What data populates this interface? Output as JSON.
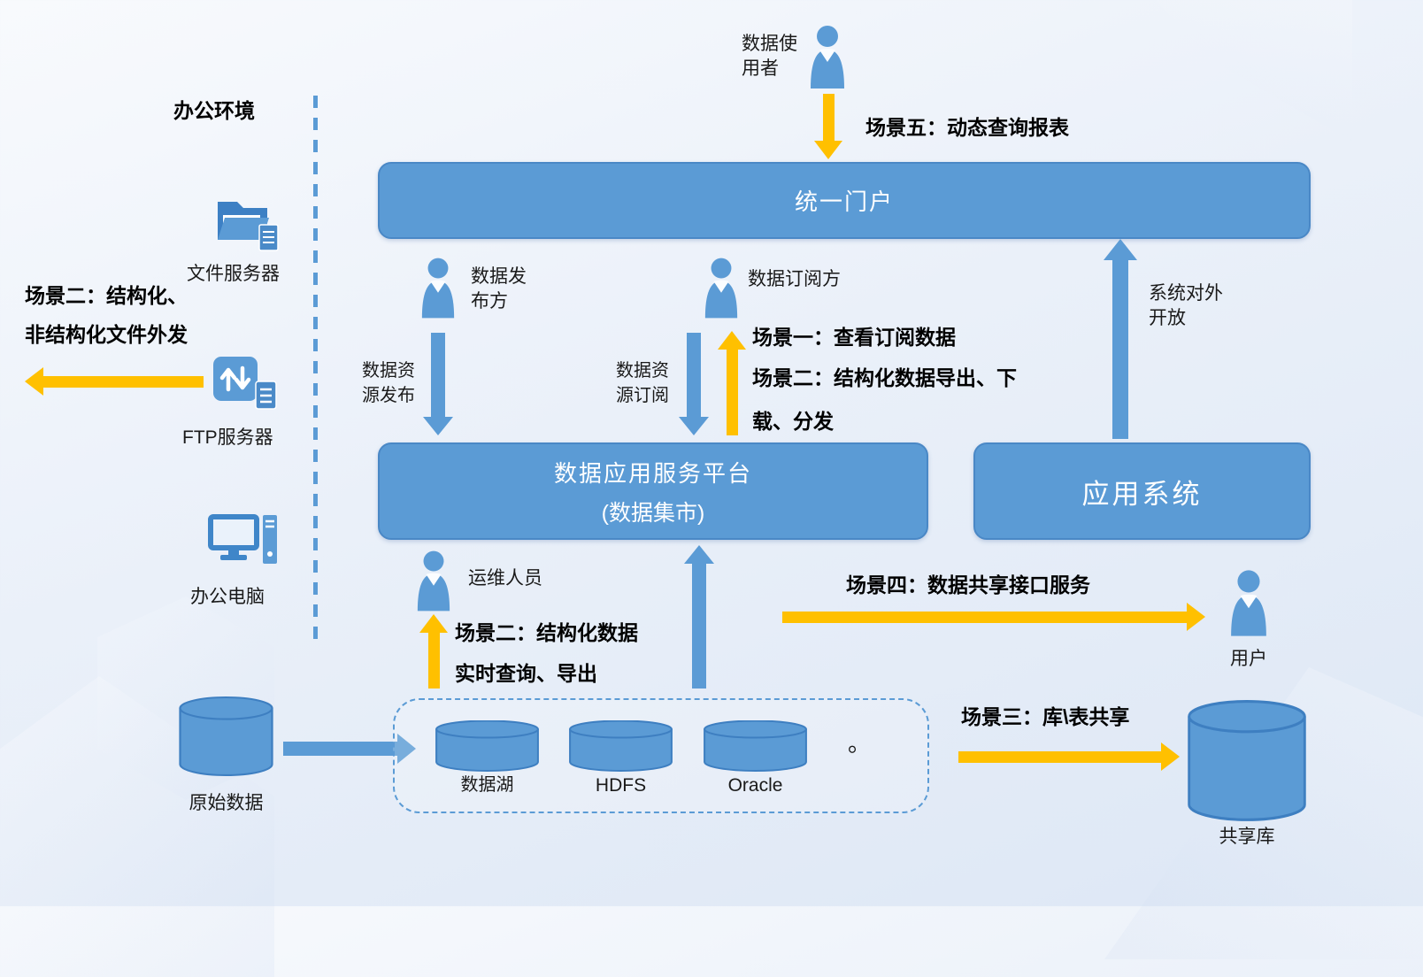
{
  "colors": {
    "primary_blue": "#5b9bd5",
    "accent_yellow": "#ffc000",
    "dark_blue": "#4a88c6"
  },
  "left": {
    "title": "办公环境",
    "file_server": "文件服务器",
    "scenario2_line1": "场景二：结构化、",
    "scenario2_line2": "非结构化文件外发",
    "ftp_server": "FTP服务器",
    "office_pc": "办公电脑"
  },
  "top": {
    "data_user_line1": "数据使",
    "data_user_line2": "用者",
    "scenario5": "场景五：动态查询报表",
    "portal": "统一门户"
  },
  "mid": {
    "publisher_line1": "数据发",
    "publisher_line2": "布方",
    "publish_line1": "数据资",
    "publish_line2": "源发布",
    "subscriber": "数据订阅方",
    "subscribe_line1": "数据资",
    "subscribe_line2": "源订阅",
    "scenario1": "场景一：查看订阅数据",
    "scenario2_line1": "场景二：结构化数据导出、下",
    "scenario2_line2": "载、分发",
    "platform_line1": "数据应用服务平台",
    "platform_line2": "(数据集市)",
    "app_system": "应用系统",
    "system_open_line1": "系统对外",
    "system_open_line2": "开放"
  },
  "bottom": {
    "ops": "运维人员",
    "scenario2_line1": "场景二：结构化数据",
    "scenario2_line2": "实时查询、导出",
    "scenario4": "场景四：数据共享接口服务",
    "user": "用户",
    "raw_data": "原始数据",
    "data_lake": "数据湖",
    "hdfs": "HDFS",
    "oracle": "Oracle",
    "more": "。",
    "scenario3": "场景三：库\\表共享",
    "shared_db": "共享库"
  }
}
